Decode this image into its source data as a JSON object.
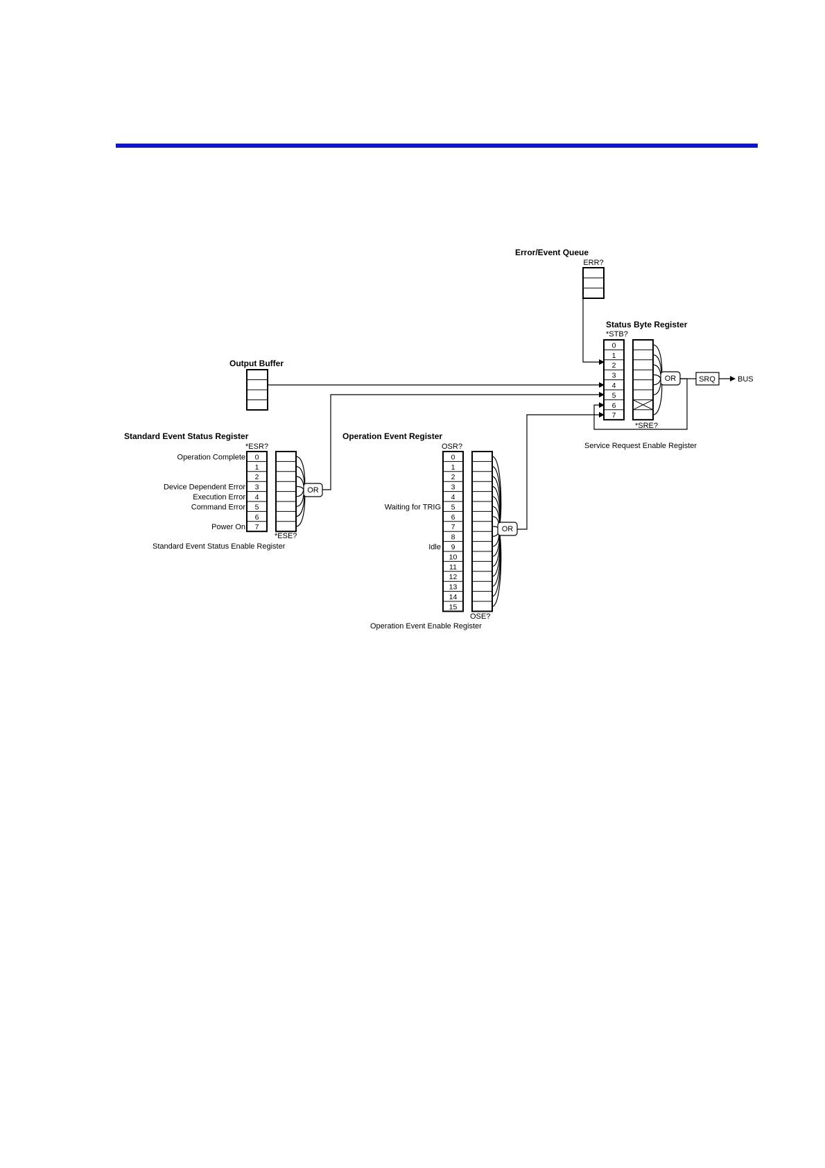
{
  "colors": {
    "header_rule": "#0a14d2",
    "line": "#000000"
  },
  "error_queue": {
    "title": "Error/Event Queue",
    "query": "ERR?"
  },
  "output_buffer": {
    "title": "Output Buffer"
  },
  "status_byte": {
    "title": "Status Byte Register",
    "query": "*STB?",
    "bits": [
      "0",
      "1",
      "2",
      "3",
      "4",
      "5",
      "6",
      "7"
    ],
    "enable_query": "*SRE?",
    "enable_title": "Service Request Enable Register",
    "or_label": "OR",
    "srq_label": "SRQ",
    "bus_label": "BUS"
  },
  "standard_event": {
    "title": "Standard Event Status Register",
    "query": "*ESR?",
    "bits": [
      "0",
      "1",
      "2",
      "3",
      "4",
      "5",
      "6",
      "7"
    ],
    "bit_labels": {
      "0": "Operation Complete",
      "3": "Device Dependent Error",
      "4": "Execution Error",
      "5": "Command Error",
      "7": "Power On"
    },
    "enable_query": "*ESE?",
    "enable_title": "Standard Event Status Enable Register",
    "or_label": "OR"
  },
  "operation_event": {
    "title": "Operation Event Register",
    "query": "OSR?",
    "bits": [
      "0",
      "1",
      "2",
      "3",
      "4",
      "5",
      "6",
      "7",
      "8",
      "9",
      "10",
      "11",
      "12",
      "13",
      "14",
      "15"
    ],
    "bit_labels": {
      "5": "Waiting for TRIG",
      "9": "Idle"
    },
    "enable_query": "OSE?",
    "enable_title": "Operation Event Enable Register",
    "or_label": "OR"
  }
}
